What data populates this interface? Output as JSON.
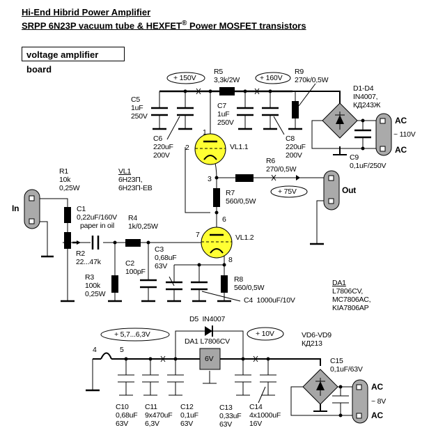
{
  "title": {
    "line1": "Hi-End Hibrid Power Amplifier",
    "line2": "SRPP 6N23P vacuum tube & HEXFET",
    "registered": "®",
    "line2b": "Power MOSFET transistors"
  },
  "board_label": "voltage amplifier board",
  "voltages": {
    "v150": "+ 150V",
    "v160": "+ 160V",
    "v75": "+ 75V",
    "v57_63": "+ 5,7...6,3V",
    "v10": "+ 10V"
  },
  "components": {
    "R1": {
      "name": "R1",
      "value": "10k",
      "rating": "0,25W"
    },
    "R2": {
      "name": "R2",
      "value": "22...47k"
    },
    "R3": {
      "name": "R3",
      "value": "100k",
      "rating": "0,25W"
    },
    "R4": {
      "name": "R4",
      "value": "1k/0,25W"
    },
    "R5": {
      "name": "R5",
      "value": "3,3k/2W"
    },
    "R6": {
      "name": "R6",
      "value": "270/0,5W"
    },
    "R7": {
      "name": "R7",
      "value": "560/0,5W"
    },
    "R8": {
      "name": "R8",
      "value": "560/0,5W"
    },
    "R9": {
      "name": "R9",
      "value": "270k/0,5W"
    },
    "C1": {
      "name": "C1",
      "value": "0,22uF/160V",
      "note": "paper in oil"
    },
    "C2": {
      "name": "C2",
      "value": "100pF"
    },
    "C3": {
      "name": "C3",
      "value": "0,68uF",
      "rating": "63V"
    },
    "C4": {
      "name": "C4",
      "value": "1000uF/10V"
    },
    "C5": {
      "name": "C5",
      "value": "1uF",
      "rating": "250V"
    },
    "C6": {
      "name": "C6",
      "value": "220uF",
      "rating": "200V"
    },
    "C7": {
      "name": "C7",
      "value": "1uF",
      "rating": "250V"
    },
    "C8": {
      "name": "C8",
      "value": "220uF",
      "rating": "200V"
    },
    "C9": {
      "name": "C9",
      "value": "0,1uF/250V"
    },
    "C10": {
      "name": "C10",
      "value": "0,68uF",
      "rating": "63V"
    },
    "C11": {
      "name": "C11",
      "value": "9x470uF",
      "rating": "6,3V"
    },
    "C12": {
      "name": "C12",
      "value": "0,1uF",
      "rating": "63V"
    },
    "C13": {
      "name": "C13",
      "value": "0,33uF",
      "rating": "63V"
    },
    "C14": {
      "name": "C14",
      "value": "4x1000uF",
      "rating": "16V"
    },
    "C15": {
      "name": "C15",
      "value": "0,1uF/63V"
    },
    "D1D4": {
      "name": "D1-D4",
      "value": "IN4007,",
      "alt": "КД243Ж"
    },
    "D5": {
      "name": "D5",
      "value": "IN4007"
    },
    "VD6VD9": {
      "name": "VD6-VD9",
      "value": "КД213"
    },
    "DA1_inline": "DA1  L7806CV",
    "DA1_box": "6V",
    "VL1_1": "VL1.1",
    "VL1_2": "VL1.2"
  },
  "notes": {
    "VL1": {
      "name": "VL1",
      "line1": "6Н23П,",
      "line2": "6Н23П-ЕВ"
    },
    "DA1": {
      "name": "DA1",
      "line1": "L7806CV,",
      "line2": "MC7806AC,",
      "line3": "KIA7806AP"
    }
  },
  "pins": {
    "p1": "1",
    "p2": "2",
    "p3": "3",
    "p4": "4",
    "p5": "5",
    "p6": "6",
    "p7": "7",
    "p8": "8"
  },
  "connectors": {
    "in": "In",
    "out": "Out",
    "ac": "AC",
    "ac110": "~ 110V",
    "ac8": "~ 8V"
  },
  "colors": {
    "tube": "#ffff33",
    "connector": "#aaaaaa",
    "bridge": "#a6a6a6"
  }
}
